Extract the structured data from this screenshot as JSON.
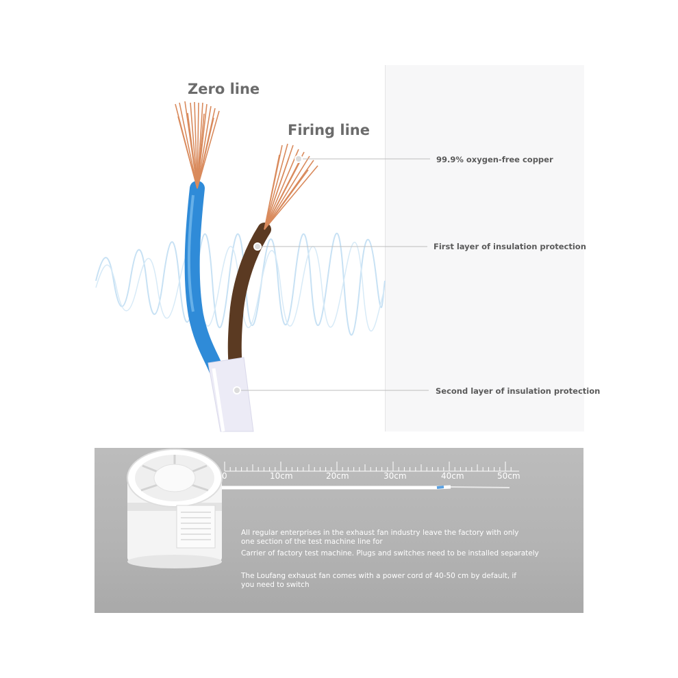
{
  "labels": {
    "zero_line": "Zero line",
    "firing_line": "Firing line",
    "copper": "99.9% oxygen-free copper",
    "first_layer": "First layer of insulation protection",
    "second_layer": "Second layer of insulation protection"
  },
  "ruler": {
    "marks": [
      "0",
      "10cm",
      "20cm",
      "30cm",
      "40cm",
      "50cm"
    ]
  },
  "notes": {
    "line1": "All regular enterprises in the exhaust fan industry leave the factory with only",
    "line2": "one section of the test machine line for",
    "line3": "Carrier of factory test machine. Plugs and switches need to be installed separately",
    "line4": "The Loufang exhaust fan comes with a power cord of 40-50 cm by default, if",
    "line5": "you need to switch"
  },
  "colors": {
    "blue_wire": "#2f8bd8",
    "brown_wire": "#5b3a22",
    "copper": "#d98a5c",
    "sheath": "#ecebf6",
    "wave": "#bfdcf2"
  }
}
